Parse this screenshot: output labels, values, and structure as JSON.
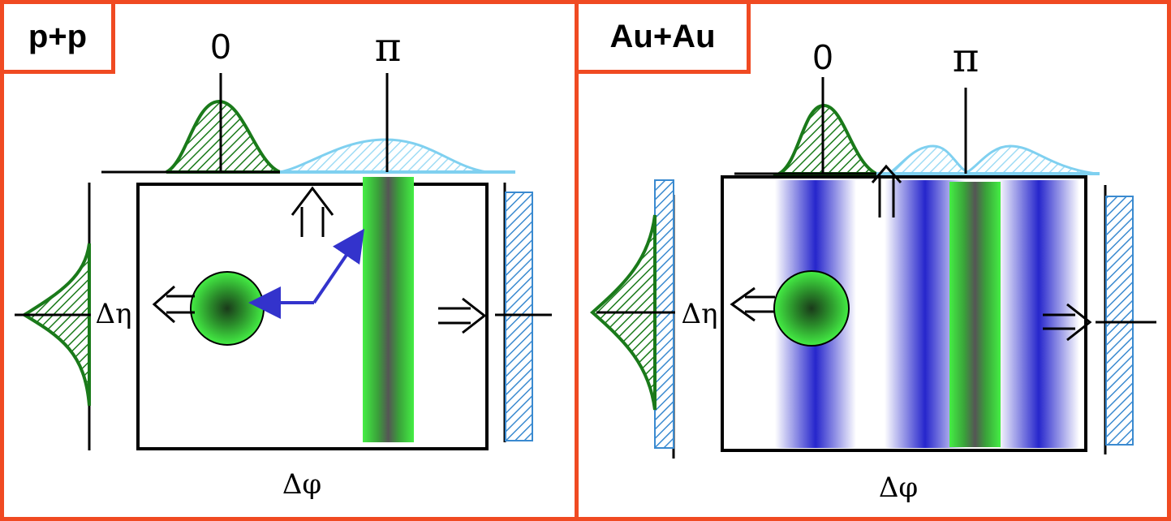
{
  "panels": {
    "pp": {
      "title": "p+p",
      "phi_label_zero": "0",
      "phi_label_pi": "π",
      "delta_eta": "Δη",
      "delta_phi": "Δφ"
    },
    "auau": {
      "title": "Au+Au",
      "phi_label_zero": "0",
      "phi_label_pi": "π",
      "delta_eta": "Δη",
      "delta_phi": "Δφ"
    }
  },
  "colors": {
    "frame": "#f04a22",
    "near_side_peak": "#1a7a1a",
    "away_side_peak": "#7fd0f0",
    "projection_bar": "#3a8ad0",
    "jet_blob": "#33dd33",
    "ridge_band": "#2a2ad0",
    "arrow": "#3333cc"
  },
  "icons": {
    "up_arrow": "double-up-arrow-icon",
    "left_arrow": "double-left-arrow-icon",
    "right_arrow": "double-right-arrow-icon"
  }
}
